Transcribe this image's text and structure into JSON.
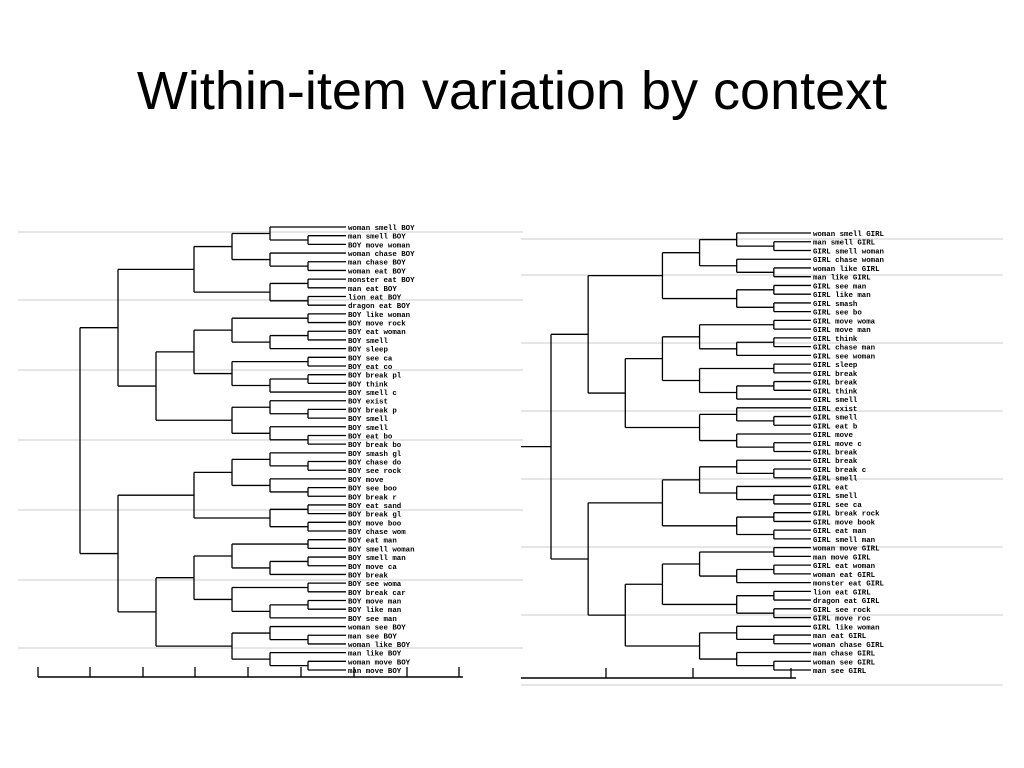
{
  "slide": {
    "title": "Within-item variation by context"
  },
  "colors": {
    "ink": "#000000",
    "rule": "#bbbbbb",
    "background": "#ffffff"
  },
  "dendrograms": [
    {
      "labels": [
        "woman smell BOY",
        "man smell BOY",
        "BOY move woman",
        "woman chase BOY",
        "man chase BOY",
        "woman eat BOY",
        "monster eat BOY",
        "man eat BOY",
        "lion eat BOY",
        "dragon eat BOY",
        "BOY like woman",
        "BOY move rock",
        "BOY eat woman",
        "BOY smell",
        "BOY sleep",
        "BOY see ca",
        "BOY eat co",
        "BOY break pl",
        "BOY think",
        "BOY smell c",
        "BOY exist",
        "BOY break p",
        "BOY smell",
        "BOY smell",
        "BOY eat bo",
        "BOY break bo",
        "BOY smash gl",
        "BOY chase do",
        "BOY see rock",
        "BOY move",
        "BOY see boo",
        "BOY break r",
        "BOY eat sand",
        "BOY break gl",
        "BOY move boo",
        "BOY chase wom",
        "BOY eat man",
        "BOY smell woman",
        "BOY smell man",
        "BOY move ca",
        "BOY break",
        "BOY see woma",
        "BOY break car",
        "BOY move man",
        "BOY like man",
        "BOY see man",
        "woman see BOY",
        "man see BOY",
        "woman like BOY",
        "man like BOY",
        "woman move BOY",
        "man move BOY"
      ]
    },
    {
      "labels": [
        "woman smell GIRL",
        "man smell GIRL",
        "GIRL smell woman",
        "GIRL chase woman",
        "woman like GIRL",
        "man like GIRL",
        "GIRL see man",
        "GIRL like man",
        "GIRL smash",
        "GIRL see bo",
        "GIRL move woma",
        "GIRL move man",
        "GIRL think",
        "GIRL chase man",
        "GIRL see woman",
        "GIRL sleep",
        "GIRL break",
        "GIRL break",
        "GIRL think",
        "GIRL smell",
        "GIRL exist",
        "GIRL smell",
        "GIRL eat b",
        "GIRL move",
        "GIRL move c",
        "GIRL break",
        "GIRL break",
        "GIRL break c",
        "GIRL smell",
        "GIRL eat",
        "GIRL smell",
        "GIRL see ca",
        "GIRL break rock",
        "GIRL move book",
        "GIRL eat man",
        "GIRL smell man",
        "woman move GIRL",
        "man move GIRL",
        "GIRL eat woman",
        "woman eat GIRL",
        "monster eat GIRL",
        "lion eat GIRL",
        "dragon eat GIRL",
        "GIRL see rock",
        "GIRL move roc",
        "GIRL like woman",
        "man eat GIRL",
        "woman chase GIRL",
        "man chase GIRL",
        "woman see GIRL",
        "man see GIRL"
      ]
    }
  ]
}
